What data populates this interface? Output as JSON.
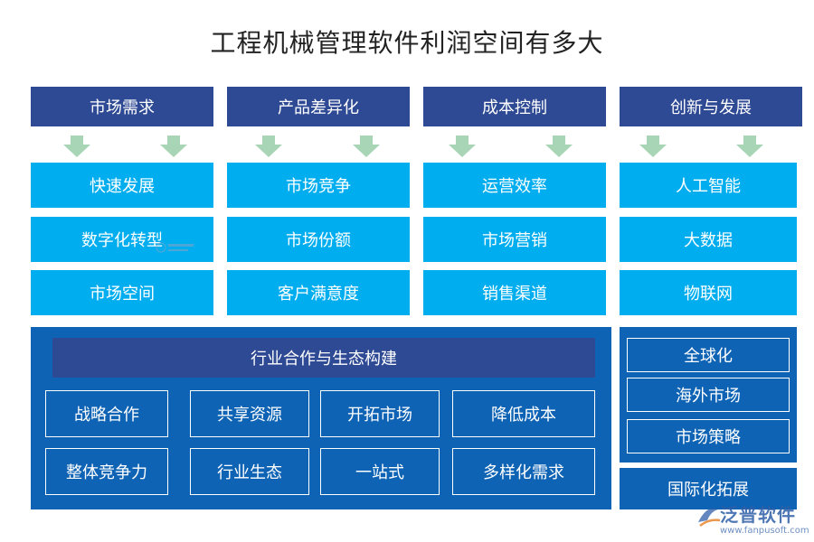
{
  "title": "工程机械管理软件利润空间有多大",
  "columns": [
    {
      "header": "市场需求",
      "items": [
        "快速发展",
        "数字化转型",
        "市场空间"
      ]
    },
    {
      "header": "产品差异化",
      "items": [
        "市场竞争",
        "市场份额",
        "客户满意度"
      ]
    },
    {
      "header": "成本控制",
      "items": [
        "运营效率",
        "市场营销",
        "销售渠道"
      ]
    },
    {
      "header": "创新与发展",
      "items": [
        "人工智能",
        "大数据",
        "物联网"
      ]
    }
  ],
  "cooperation": {
    "heading": "行业合作与生态构建",
    "row1": [
      "战略合作",
      "共享资源",
      "开拓市场",
      "降低成本"
    ],
    "row2": [
      "整体竞争力",
      "行业生态",
      "一站式",
      "多样化需求"
    ]
  },
  "global": {
    "items": [
      "全球化",
      "海外市场",
      "市场策略"
    ],
    "footer": "国际化拓展"
  },
  "watermark": {
    "brand": "泛普软件",
    "url": "www.fanpusoft.com"
  },
  "colors": {
    "dark_blue": "#2f4a94",
    "light_blue": "#00aeef",
    "panel_blue": "#0e63b4",
    "arrow_green": "#a8d5b5"
  }
}
